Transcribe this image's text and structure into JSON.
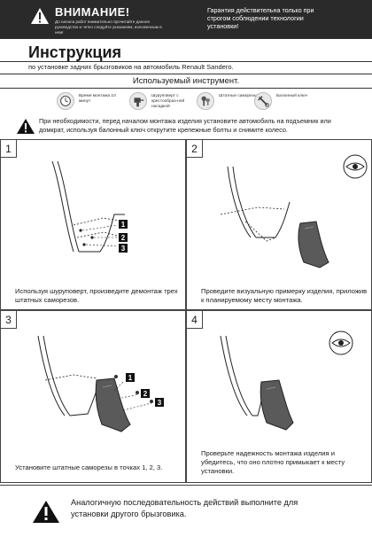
{
  "header": {
    "warning_title": "ВНИМАНИЕ!",
    "warning_sub": "До начала работ внимательно прочитайте данное руководство и четко следуйте указаниям, изложенным в нем!",
    "guarantee": "Гарантия действительна только при строгом соблюдении технологии установки!"
  },
  "title": "Инструкция",
  "subtitle": "по установке задних брызговиков на автомобиль Renault Sandero.",
  "tools": {
    "header": "Используемый инструмент.",
    "items": [
      {
        "icon": "clock-icon",
        "label": "Время монтажа 10 минут"
      },
      {
        "icon": "screwdriver-icon",
        "label": "Шуруповерт с крестообраз-ной насадкой"
      },
      {
        "icon": "screw-icon",
        "label": "Штатные саморезы"
      },
      {
        "icon": "wrench-icon",
        "label": "Балонный ключ"
      }
    ]
  },
  "notice": "При необходимости, перед началом монтажа изделия установите автомобиль на подъемник или домкрат, используя балонный ключ открутите крепежные болты и снимите колесо.",
  "steps": [
    {
      "number": "1",
      "caption": "Используя шуруповерт, произведите демонтаж трех штатных саморезов.",
      "callouts": [
        "1",
        "2",
        "3"
      ]
    },
    {
      "number": "2",
      "caption": "Проведите визуальную примерку изделия, приложив к планируемому месту монтажа."
    },
    {
      "number": "3",
      "caption": "Установите штатные саморезы в точках 1, 2, 3.",
      "callouts": [
        "1",
        "2",
        "3"
      ]
    },
    {
      "number": "4",
      "caption": "Проверьте надежность монтажа изделия и убедитесь, что оно плотно примыкает к месту установки."
    }
  ],
  "footer": "Аналогичную последовательность действий выполните для установки другого брызговика.",
  "colors": {
    "header_bg": "#2a2a2a",
    "text": "#1a1a1a",
    "mudflap": "#5a5a5a"
  }
}
